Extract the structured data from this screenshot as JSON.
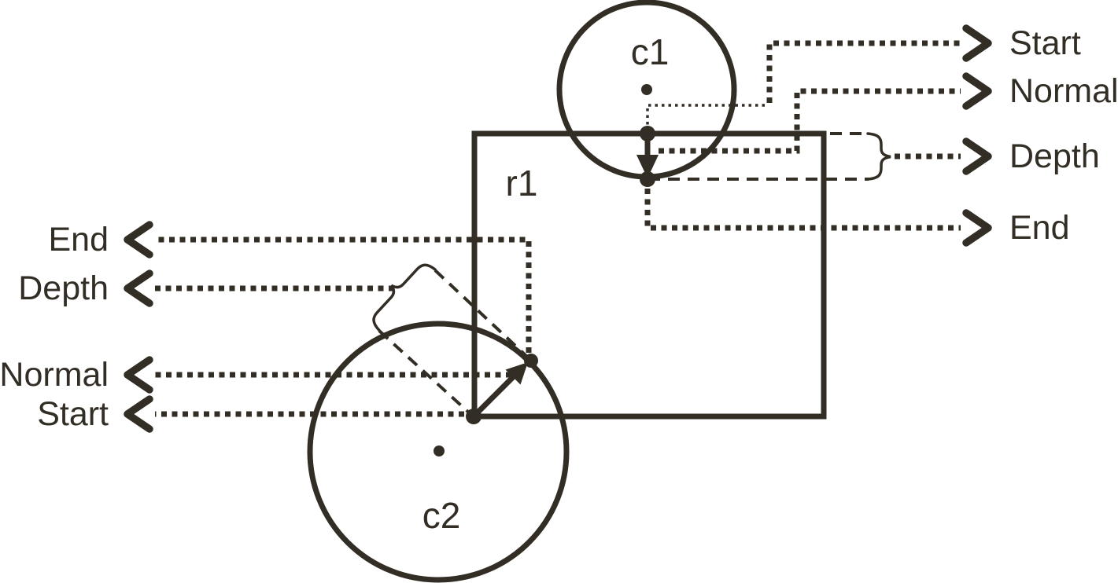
{
  "diagram": {
    "colors": {
      "ink": "#332e25",
      "background": "#ffffff"
    },
    "shapes": {
      "circle1": {
        "label": "c1"
      },
      "circle2": {
        "label": "c2"
      },
      "rect": {
        "label": "r1"
      }
    },
    "right_callouts": [
      "Start",
      "Normal",
      "Depth",
      "End"
    ],
    "left_callouts": [
      "End",
      "Depth",
      "Normal",
      "Start"
    ]
  }
}
